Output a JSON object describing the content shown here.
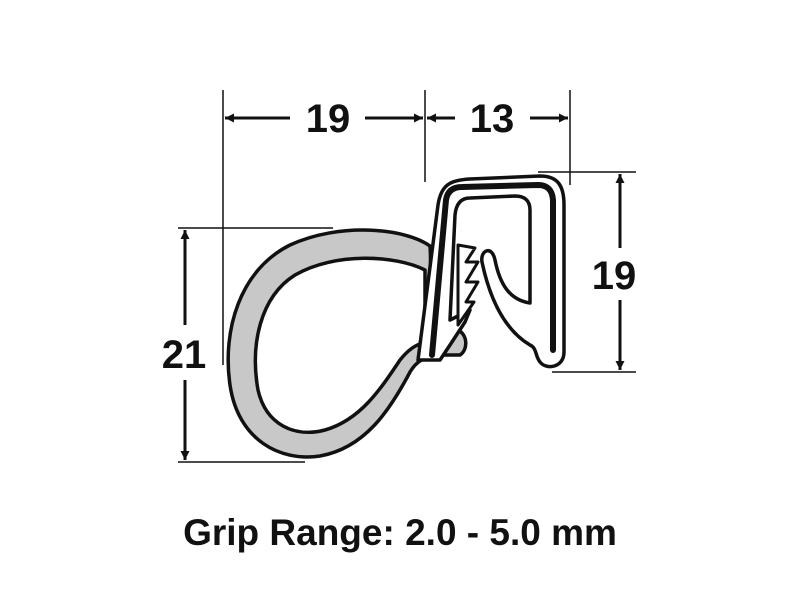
{
  "dimensions": {
    "top_left_width": "19",
    "top_right_width": "13",
    "right_height": "19",
    "left_height": "21"
  },
  "caption": "Grip Range: 2.0 - 5.0 mm",
  "colors": {
    "seal_fill": "#c8c8c8",
    "line": "#111111"
  }
}
